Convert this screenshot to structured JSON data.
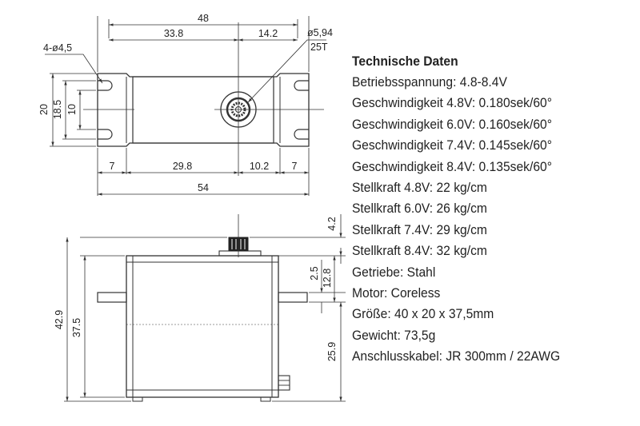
{
  "specs": {
    "title": "Technische Daten",
    "lines": [
      "Betriebsspannung: 4.8-8.4V",
      "Geschwindigkeit 4.8V: 0.180sek/60°",
      "Geschwindigkeit 6.0V: 0.160sek/60°",
      "Geschwindigkeit 7.4V: 0.145sek/60°",
      "Geschwindigkeit 8.4V: 0.135sek/60°",
      "Stellkraft 4.8V:  22 kg/cm",
      "Stellkraft 6.0V:  26 kg/cm",
      "Stellkraft 7.4V:  29 kg/cm",
      "Stellkraft 8.4V:  32 kg/cm",
      "Getriebe: Stahl",
      "Motor: Coreless",
      "Größe: 40 x 20 x 37,5mm",
      "Gewicht: 73,5g",
      "Anschlusskabel: JR 300mm / 22AWG"
    ]
  },
  "top_view": {
    "dim_total_width": "48",
    "dim_left_to_shaft": "33.8",
    "dim_shaft_to_right": "14.2",
    "dim_shaft_diameter": "ø5,94",
    "dim_spline": "25T",
    "dim_holes": "4-ø4,5",
    "dim_height_outer": "20",
    "dim_height_holes": "18.5",
    "dim_slot": "10",
    "dim_tab_left": "7",
    "dim_hole_to_shaft": "29.8",
    "dim_shaft_to_hole": "10.2",
    "dim_tab_right": "7",
    "dim_overall_width": "54"
  },
  "side_view": {
    "dim_spline_height": "4.2",
    "dim_tab_thickness": "2.5",
    "dim_tab_top": "12.8",
    "dim_total_height": "42.9",
    "dim_body_height": "37.5",
    "dim_tab_bottom": "25.9"
  }
}
